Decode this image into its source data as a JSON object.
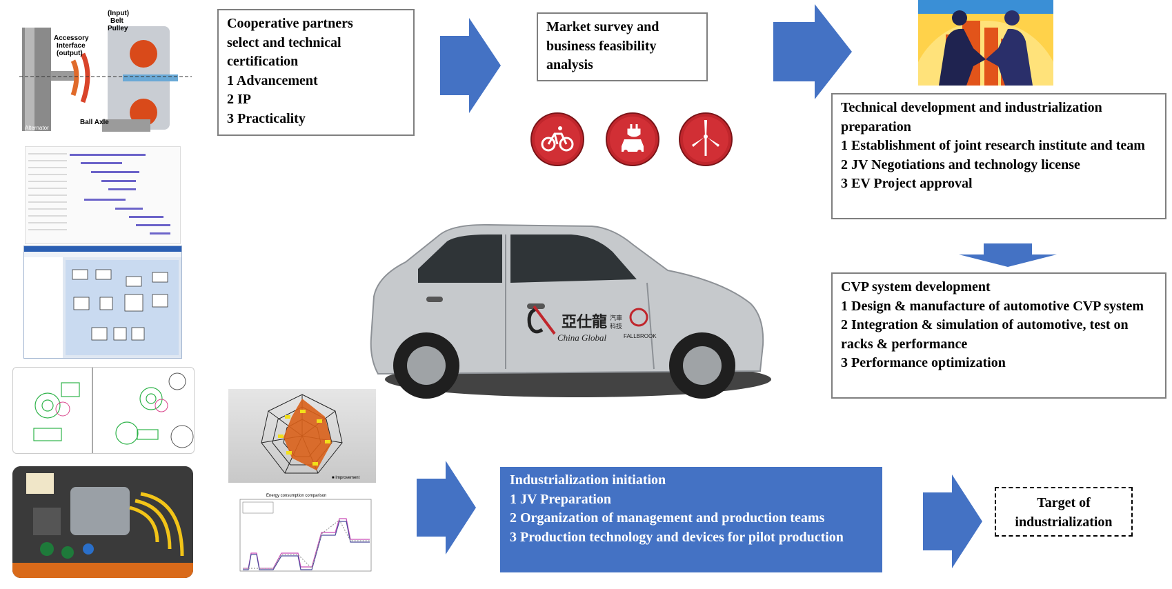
{
  "flow": {
    "step1": {
      "title_lines": [
        "Cooperative partners",
        "select and technical",
        "certification"
      ],
      "items": [
        "1 Advancement",
        "2 IP",
        "3 Practicality"
      ]
    },
    "step2": {
      "title_lines": [
        "Market survey and",
        "business feasibility",
        "analysis"
      ]
    },
    "step3": {
      "title": "Technical development and industrialization preparation",
      "items": [
        "1 Establishment of joint research institute and team",
        "2 JV Negotiations and technology license",
        "3 EV Project approval"
      ]
    },
    "step4": {
      "title": "CVP system development",
      "items": [
        "1 Design & manufacture of automotive CVP system",
        "2 Integration & simulation of automotive, test on racks & performance",
        "3 Performance optimization"
      ]
    },
    "step5": {
      "title": "Industrialization initiation",
      "items": [
        "1 JV Preparation",
        "2 Organization of management and production teams",
        "3 Production technology and devices for pilot production"
      ]
    },
    "target": {
      "lines": [
        "Target of",
        "industrialization"
      ]
    }
  },
  "images": {
    "cvp_diagram": {
      "labels": [
        "(Input)",
        "Belt",
        "Pulley",
        "Accessory",
        "Interface",
        "(output)",
        "Ball Axle",
        "Alternator"
      ]
    },
    "car": {
      "logo_text": [
        "亞仕龍",
        "汽車",
        "科技",
        "China Global",
        "FALLBROOK"
      ]
    },
    "energy_chart": {
      "title": "Energy consumption comparison"
    },
    "radar": {
      "legend": "■ Improvement"
    }
  },
  "colors": {
    "arrow_blue": "#4472c4",
    "box_border": "#7f7f7f",
    "icon_red": "#c0262c"
  },
  "icons": [
    "bicycle-icon",
    "electric-car-icon",
    "wind-turbine-icon"
  ]
}
